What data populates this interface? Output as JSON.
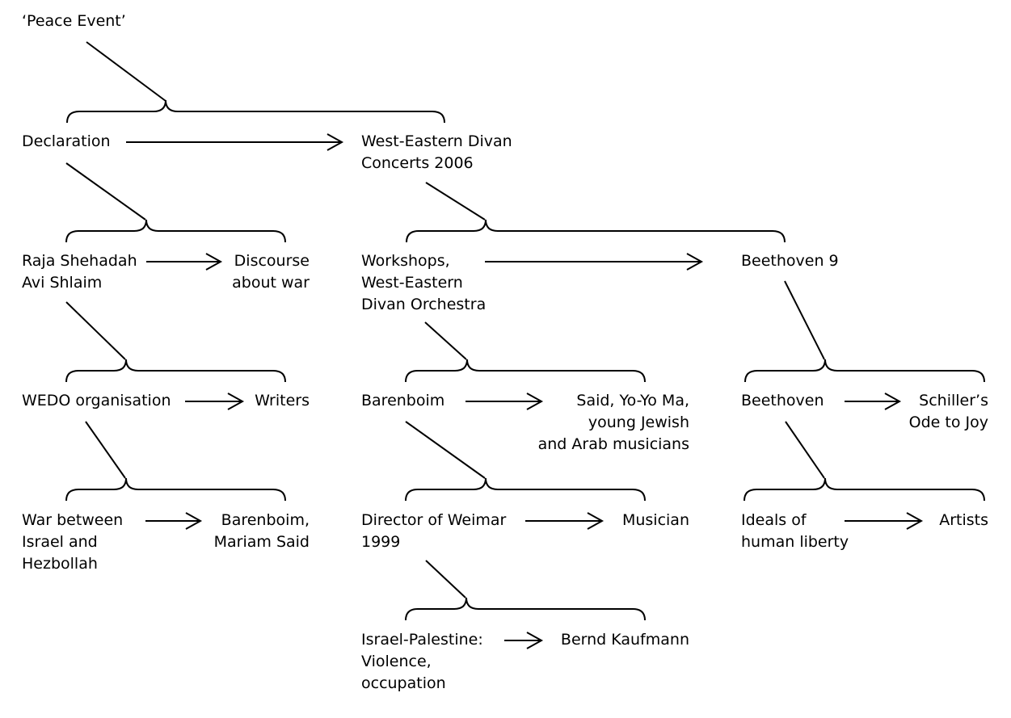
{
  "nodes": {
    "peace_event": "‘Peace Event’",
    "declaration": "Declaration",
    "west_eastern_divan_concerts": "West-Eastern Divan\nConcerts 2006",
    "raja_avi": "Raja Shehadah\nAvi Shlaim",
    "discourse_about_war": "Discourse\nabout war",
    "workshops": "Workshops,\nWest-Eastern\nDivan Orchestra",
    "beethoven_9": "Beethoven 9",
    "wedo_organisation": "WEDO organisation",
    "writers": "Writers",
    "barenboim": "Barenboim",
    "said_yoyoma": "Said, Yo-Yo Ma,\nyoung Jewish\nand Arab musicians",
    "beethoven": "Beethoven",
    "schillers_ode": "Schiller’s\nOde to Joy",
    "war_israel_hezbollah": "War between\nIsrael and\nHezbollah",
    "barenboim_mariam": "Barenboim,\nMariam Said",
    "director_weimar": "Director of Weimar\n1999",
    "musician": "Musician",
    "ideals_liberty": "Ideals of\nhuman liberty",
    "artists": "Artists",
    "israel_palestine": "Israel-Palestine:\nViolence,\noccupation",
    "bernd_kaufmann": "Bernd Kaufmann"
  }
}
